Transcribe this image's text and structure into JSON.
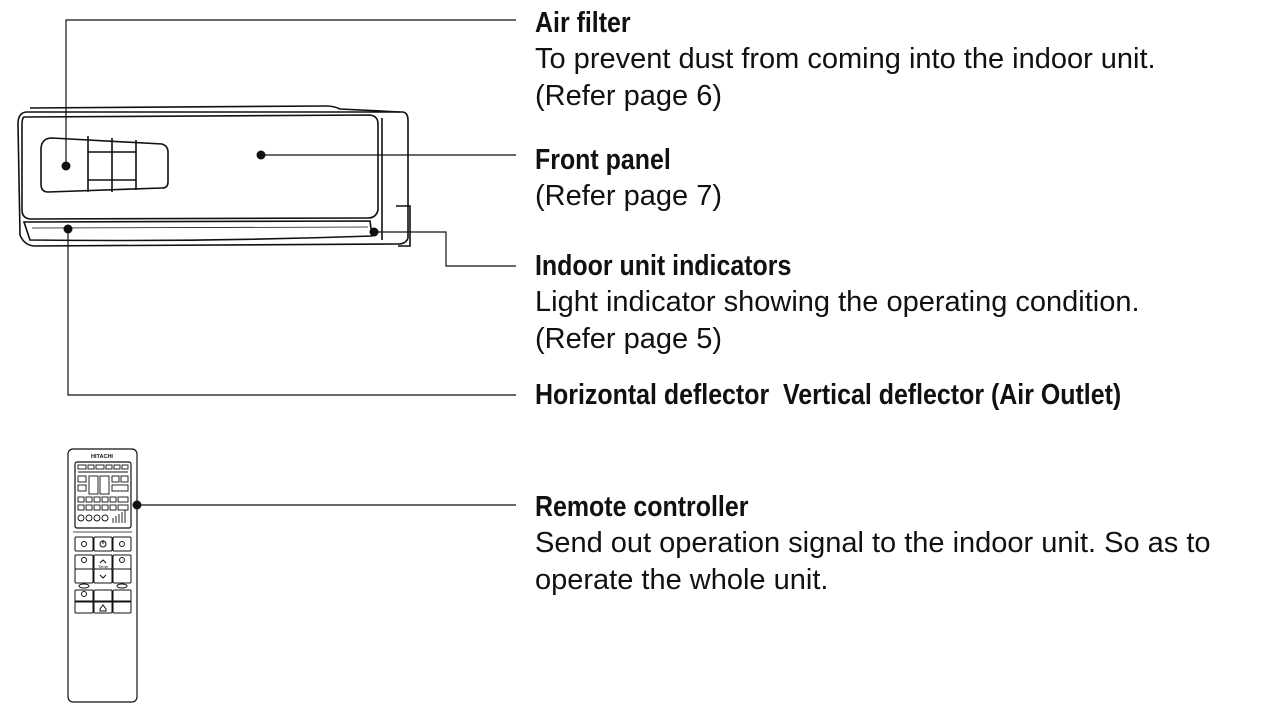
{
  "callouts": {
    "air_filter": {
      "title": "Air filter",
      "desc_line1": "To prevent dust from coming into the indoor unit.",
      "desc_line2": "(Refer page 6)"
    },
    "front_panel": {
      "title": "Front panel",
      "desc_line1": "(Refer page 7)"
    },
    "indicators": {
      "title": "Indoor unit indicators",
      "desc_line1": "Light indicator showing the operating condition.",
      "desc_line2": "(Refer page 5)"
    },
    "deflector": {
      "title": "Horizontal deflector  Vertical deflector (Air Outlet)"
    },
    "remote": {
      "title": "Remote controller",
      "desc_line1": "Send out operation signal to the indoor unit. So as to",
      "desc_line2": "operate the whole unit."
    }
  },
  "remote_brand": "HITACHI",
  "remote_key_labels": {
    "temp": "Temp"
  },
  "colors": {
    "line": "#111111",
    "background": "#ffffff"
  }
}
